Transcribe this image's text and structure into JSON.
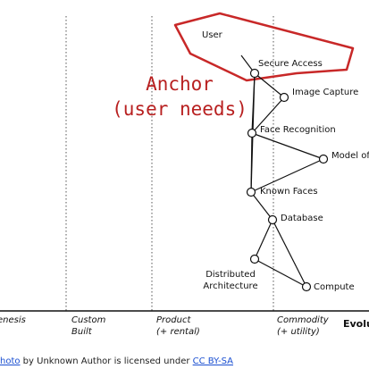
{
  "diagram": {
    "nodes": [
      {
        "id": "user",
        "label": "User"
      },
      {
        "id": "secure-access",
        "label": "Secure Access"
      },
      {
        "id": "image-capture",
        "label": "Image Capture"
      },
      {
        "id": "face-recognition",
        "label": "Face Recognition"
      },
      {
        "id": "model-of-face",
        "label": "Model of Face"
      },
      {
        "id": "known-faces",
        "label": "Known Faces"
      },
      {
        "id": "database",
        "label": "Database"
      },
      {
        "id": "distributed-architecture",
        "label_lines": [
          "Distributed",
          "Architecture"
        ]
      },
      {
        "id": "compute",
        "label": "Compute"
      }
    ],
    "edges": [
      [
        "user",
        "secure-access"
      ],
      [
        "secure-access",
        "image-capture"
      ],
      [
        "secure-access",
        "face-recognition"
      ],
      [
        "secure-access",
        "known-faces"
      ],
      [
        "image-capture",
        "face-recognition"
      ],
      [
        "face-recognition",
        "model-of-face"
      ],
      [
        "face-recognition",
        "known-faces"
      ],
      [
        "model-of-face",
        "known-faces"
      ],
      [
        "known-faces",
        "database"
      ],
      [
        "database",
        "distributed-architecture"
      ],
      [
        "database",
        "compute"
      ],
      [
        "distributed-architecture",
        "compute"
      ]
    ],
    "annotation": {
      "lines": [
        "Anchor",
        "(user needs)"
      ],
      "color": "#b82020"
    },
    "highlight_color": "#c82828",
    "stages": [
      {
        "id": "genesis",
        "lines": [
          "enesis"
        ]
      },
      {
        "id": "custom-built",
        "lines": [
          "Custom",
          "Built"
        ]
      },
      {
        "id": "product",
        "lines": [
          "Product",
          "(+ rental)"
        ]
      },
      {
        "id": "commodity",
        "lines": [
          "Commodity",
          "(+ utility)"
        ]
      }
    ],
    "axis_title": "Evolu"
  },
  "caption": {
    "link1": "hoto",
    "text1": " by Unknown Author is licensed under ",
    "link2": "CC BY-SA",
    "link_color": "#1a4fd1"
  }
}
